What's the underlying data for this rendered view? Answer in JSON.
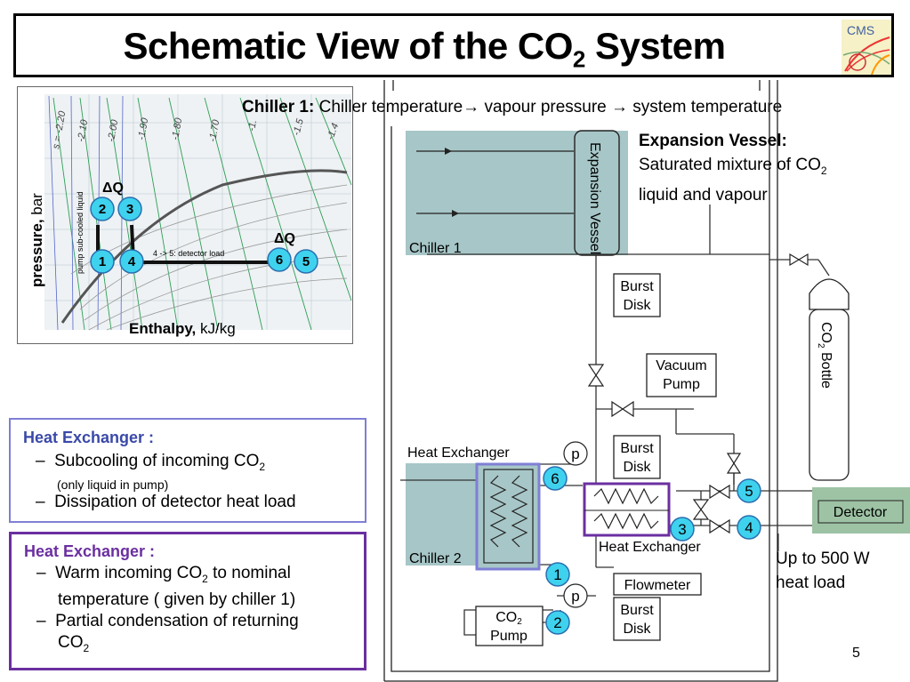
{
  "title": {
    "main": "Schematic View of the CO",
    "sub": "2",
    "tail": " System"
  },
  "logo": {
    "text": "CMS"
  },
  "chiller1_note": {
    "label": "Chiller 1:",
    "text1": "Chiller temperature",
    "text2": " vapour pressure ",
    "text3": " system temperature"
  },
  "expansion_note": {
    "title": "Expansion Vessel:",
    "line1": "Saturated mixture of CO",
    "line1_sub": "2",
    "line2": "liquid and vapour"
  },
  "phase_chart": {
    "ylabel_bold": "pressure,",
    "ylabel_unit": " bar",
    "xlabel_bold": "Enthalpy,",
    "xlabel_unit": " kJ/kg",
    "dq_left": "ΔQ",
    "dq_right": "ΔQ",
    "points": [
      "1",
      "2",
      "3",
      "4",
      "5",
      "6"
    ],
    "detector_load": "4 -> 5: detector load",
    "subcooled": "pump sub-cooled liquid",
    "entropy_labels": [
      "s = -2.20",
      "-2.10",
      "-2.00",
      "-1.90",
      "-1.80",
      "-1.70",
      "-1.",
      "-1.5",
      "-1.4"
    ]
  },
  "hx_blue": {
    "title": "Heat Exchanger :",
    "b1": "Subcooling of incoming CO",
    "b1_sub": "2",
    "b1_note": "(only liquid in pump)",
    "b2": "Dissipation of detector heat load"
  },
  "hx_purple": {
    "title": "Heat Exchanger :",
    "b1a": "Warm incoming CO",
    "b1_sub": "2",
    "b1b": " to nominal",
    "b1c": "temperature ( given by chiller 1)",
    "b2a": "Partial condensation of returning",
    "b2b": "CO",
    "b2_sub": "2"
  },
  "schematic": {
    "expansion_vessel": "Expansion Vessel",
    "chiller1": "Chiller 1",
    "chiller2": "Chiller 2",
    "burst_disk": [
      "Burst",
      "Disk"
    ],
    "vacuum_pump": [
      "Vacuum",
      "Pump"
    ],
    "heat_exchanger": "Heat Exchanger",
    "heat_exchanger2": "Heat Exchanger",
    "flowmeter": "Flowmeter",
    "co2_pump": [
      "CO",
      "2",
      "Pump"
    ],
    "co2_bottle": [
      "CO",
      "2",
      " Bottle"
    ],
    "detector": "Detector",
    "pressure": "p",
    "nodes": [
      "1",
      "2",
      "3",
      "4",
      "5",
      "6"
    ]
  },
  "heat_load": {
    "line1": "Up to 500 W",
    "line2": "heat load"
  },
  "page_number": "5",
  "colors": {
    "node_fill": "#3fd2ee",
    "chiller_fill": "#a7c6c7",
    "detector_fill": "#9dc3a4",
    "blue_border": "#7f7fd6",
    "purple_border": "#6b2fa0"
  }
}
